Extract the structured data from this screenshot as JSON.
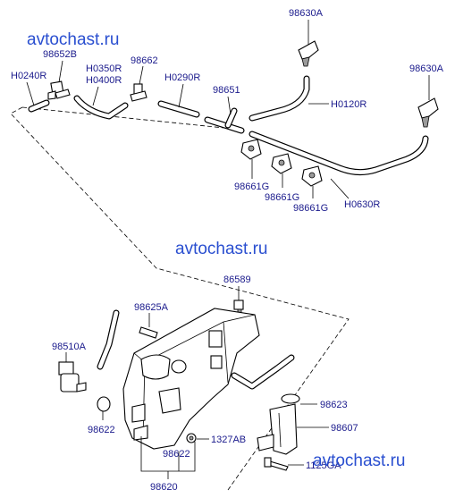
{
  "watermarks": [
    "avtochast.ru",
    "avtochast.ru",
    "avtochast.ru"
  ],
  "labels": {
    "p98630A_left": "98630A",
    "p98630A_right": "98630A",
    "p98652B": "98652B",
    "pH0240R": "H0240R",
    "pH0350R": "H0350R",
    "pH0400R": "H0400R",
    "p98662": "98662",
    "pH0290R": "H0290R",
    "p98651": "98651",
    "pH0120R": "H0120R",
    "p98661G_1": "98661G",
    "p98661G_2": "98661G",
    "p98661G_3": "98661G",
    "pH0630R": "H0630R",
    "p86589": "86589",
    "p98625A": "98625A",
    "p98510A": "98510A",
    "p98623": "98623",
    "p98607": "98607",
    "p98622_left": "98622",
    "p1327AB": "1327AB",
    "p98622_bottom": "98622",
    "p1125GA": "1125GA",
    "p98620": "98620"
  }
}
